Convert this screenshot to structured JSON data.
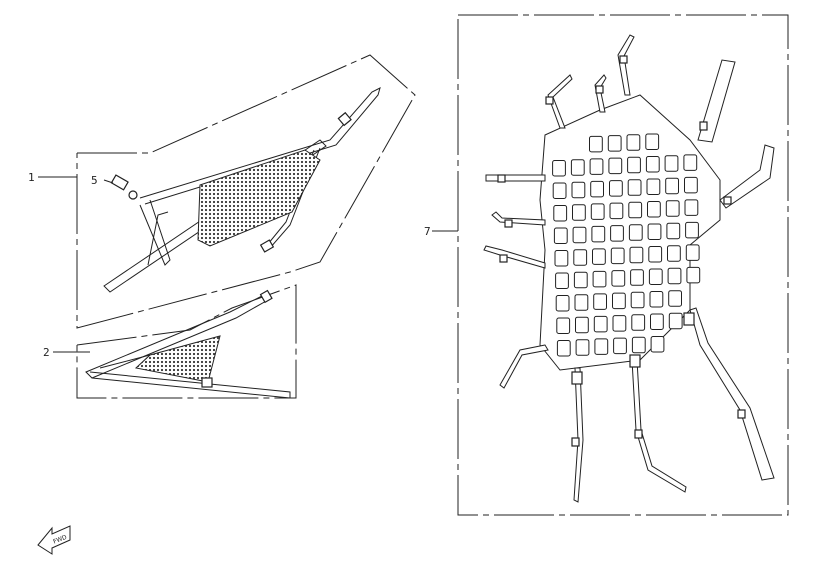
{
  "callouts": {
    "part1": "1",
    "part2": "2",
    "part5": "5",
    "part7": "7"
  },
  "fwd_label": "FWD"
}
